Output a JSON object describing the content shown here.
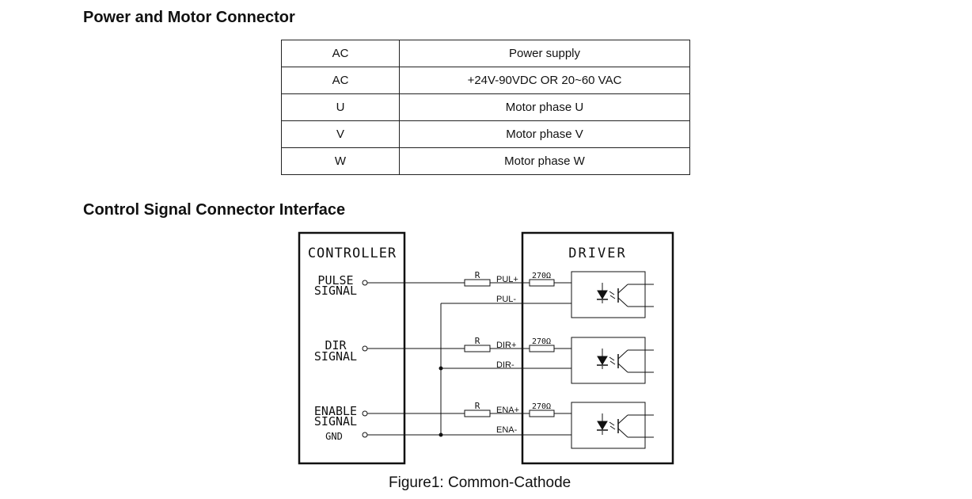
{
  "headings": {
    "power": "Power and Motor Connector",
    "control": "Control Signal Connector Interface"
  },
  "power_table": {
    "rows": [
      {
        "pin": "AC",
        "desc": "Power supply"
      },
      {
        "pin": "AC",
        "desc": "+24V-90VDC OR 20~60 VAC"
      },
      {
        "pin": "U",
        "desc": "Motor phase U"
      },
      {
        "pin": "V",
        "desc": "Motor phase V"
      },
      {
        "pin": "W",
        "desc": "Motor phase W"
      }
    ]
  },
  "diagram": {
    "controller_title": "CONTROLLER",
    "driver_title": "DRIVER",
    "pulse_line1": "PULSE",
    "pulse_line2": "SIGNAL",
    "dir_line1": "DIR",
    "dir_line2": "SIGNAL",
    "enable_line1": "ENABLE",
    "enable_line2": "SIGNAL",
    "gnd": "GND",
    "resistor": "R",
    "resistor_value": "270Ω",
    "pul_plus": "PUL+",
    "pul_minus": "PUL-",
    "dir_plus": "DIR+",
    "dir_minus": "DIR-",
    "ena_plus": "ENA+",
    "ena_minus": "ENA-"
  },
  "caption": "Figure1: Common-Cathode"
}
